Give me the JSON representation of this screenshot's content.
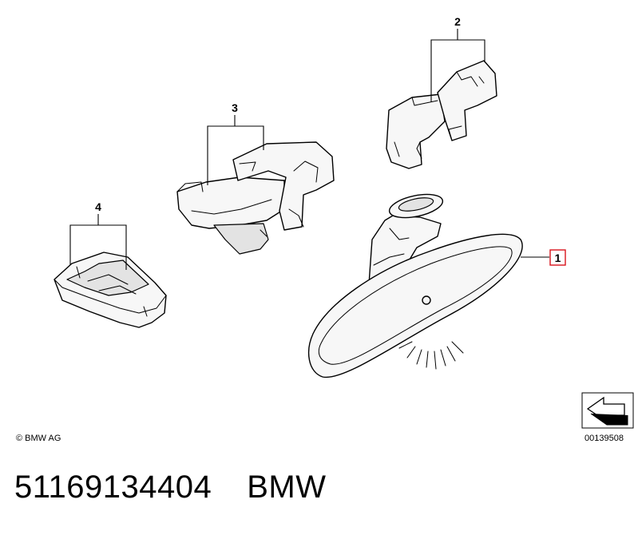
{
  "diagram": {
    "callouts": {
      "part_1": "1",
      "part_2": "2",
      "part_3": "3",
      "part_4": "4"
    },
    "copyright": "© BMW AG",
    "drawing_number": "00139508",
    "highlight_color": "#d8141c"
  },
  "footer": {
    "part_number": "51169134404",
    "brand": "BMW"
  }
}
